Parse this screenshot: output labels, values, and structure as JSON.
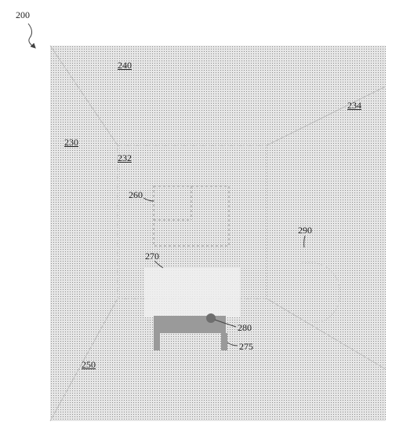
{
  "figure": {
    "ref_number": "200",
    "labels": {
      "l240": "240",
      "l234": "234",
      "l230": "230",
      "l232": "232",
      "l260": "260",
      "l290": "290",
      "l270": "270",
      "l280": "280",
      "l275": "275",
      "l250": "250"
    }
  },
  "colors": {
    "panel_fill": "#e6e6e6",
    "screen_fill": "#eeeeee",
    "dark_block": "#9a9a9a",
    "knob": "#6e6e6e",
    "line": "#555555",
    "faint_line": "#bdbdbd"
  }
}
